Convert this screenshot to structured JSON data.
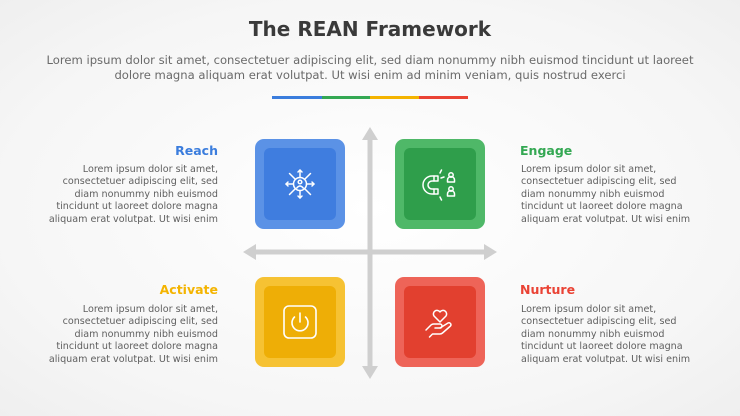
{
  "title": "The REAN Framework",
  "subtitle": "Lorem ipsum dolor sit amet, consectetuer adipiscing elit, sed diam nonummy nibh euismod tincidunt ut laoreet dolore magna aliquam erat volutpat. Ut wisi enim ad minim veniam, quis nostrud exerci",
  "colors": {
    "blue": "#3b7ddd",
    "green": "#34a853",
    "yellow": "#f4b400",
    "red": "#ea4335"
  },
  "quadrants": {
    "reach": {
      "label": "Reach",
      "text": "Lorem ipsum dolor sit amet, consectetuer adipiscing elit, sed diam nonummy nibh euismod tincidunt ut laoreet dolore magna aliquam erat volutpat. Ut wisi enim",
      "icon": "network-user-icon"
    },
    "engage": {
      "label": "Engage",
      "text": "Lorem ipsum dolor sit amet, consectetuer adipiscing elit, sed diam nonummy nibh euismod tincidunt ut laoreet dolore magna aliquam erat volutpat. Ut wisi enim",
      "icon": "magnet-people-icon"
    },
    "activate": {
      "label": "Activate",
      "text": "Lorem ipsum dolor sit amet, consectetuer adipiscing elit, sed diam nonummy nibh euismod tincidunt ut laoreet dolore magna aliquam erat volutpat. Ut wisi enim",
      "icon": "power-button-icon"
    },
    "nurture": {
      "label": "Nurture",
      "text": "Lorem ipsum dolor sit amet, consectetuer adipiscing elit, sed diam nonummy nibh euismod tincidunt ut laoreet dolore magna aliquam erat volutpat. Ut wisi enim",
      "icon": "hand-heart-icon"
    }
  }
}
